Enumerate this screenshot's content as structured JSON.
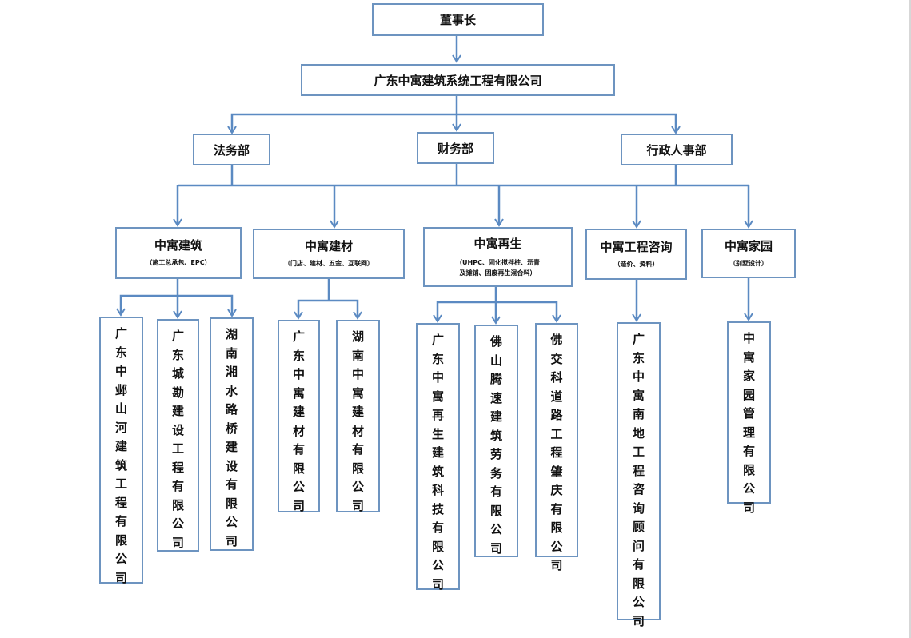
{
  "chairman": "董事长",
  "company": "广东中寓建筑系统工程有限公司",
  "departments": [
    "法务部",
    "财务部",
    "行政人事部"
  ],
  "segments": [
    {
      "title": "中寓建筑",
      "sub": "（施工总承包、EPC）"
    },
    {
      "title": "中寓建材",
      "sub": "（门店、建材、五金、互联网）"
    },
    {
      "title": "中寓再生",
      "sub_line1": "（UHPC、固化搅拌桩、沥青",
      "sub_line2": "及摊铺、固废再生混合料）"
    },
    {
      "title": "中寓工程咨询",
      "sub": "（造价、资料）"
    },
    {
      "title": "中寓家园",
      "sub": "（别墅设计）"
    }
  ],
  "subsidiaries": [
    "广东中邺山河建筑工程有限公司",
    "广东城勘建设工程有限公司",
    "湖南湘水路桥建设有限公司",
    "广东中寓建材有限公司",
    "湖南中寓建材有限公司",
    "广东中寓再生建筑科技有限公司",
    "佛山腾速建筑劳务有限公司",
    "佛交科道路工程肇庆有限公司",
    "广东中寓南地工程咨询顾问有限公司",
    "中寓家园管理有限公司"
  ],
  "colors": {
    "line": "#5b8ac2",
    "border": "#6d94c0"
  }
}
